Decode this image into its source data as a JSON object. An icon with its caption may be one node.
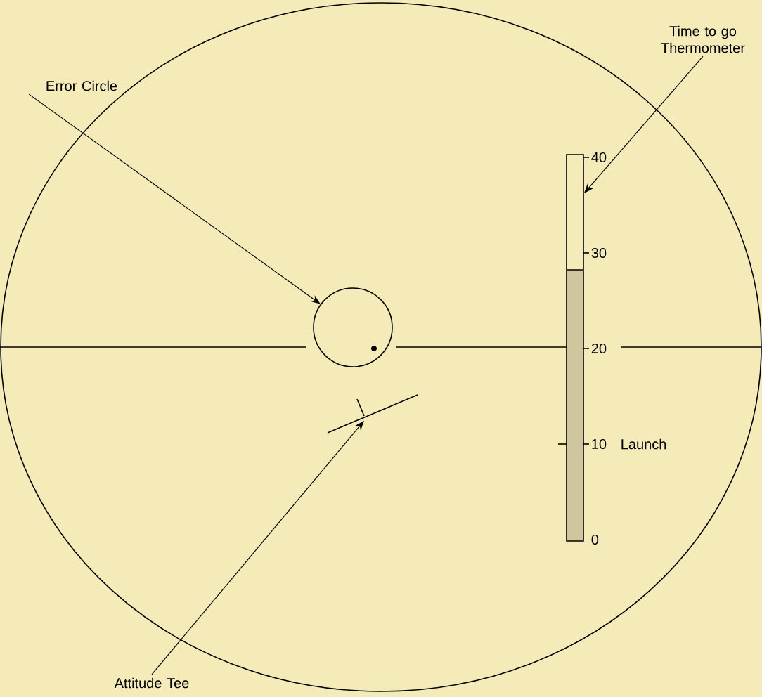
{
  "diagram": {
    "nodes": [
      {
        "text": [
          "Error Circle"
        ]
      },
      {
        "text": [],
        "shape": "circle"
      },
      {
        "text": [
          "Time to go Thermometer"
        ]
      },
      {
        "text": [],
        "shape": "bar"
      },
      {
        "text": [
          "Attitude Tee"
        ]
      },
      {
        "text": [],
        "shape": "tee"
      }
    ],
    "edges": [
      {
        "from": 0,
        "to": 1,
        "arrow": "to"
      },
      {
        "from": 2,
        "to": 3,
        "arrow": "to"
      },
      {
        "from": 4,
        "to": 5,
        "arrow": "to"
      }
    ],
    "labels": [
      "40",
      "30",
      "20",
      "10",
      "Launch",
      "0"
    ]
  }
}
